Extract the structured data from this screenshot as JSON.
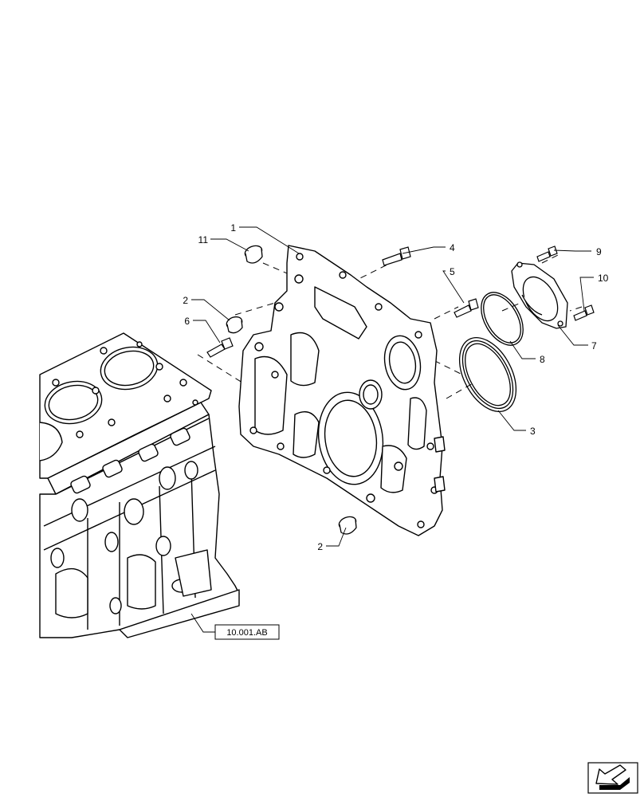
{
  "callouts": {
    "c1": "1",
    "c2_upper": "2",
    "c2_lower": "2",
    "c3": "3",
    "c4": "4",
    "c5": "5",
    "c6": "6",
    "c7": "7",
    "c8": "8",
    "c9": "9",
    "c10": "10",
    "c11": "11"
  },
  "reference": {
    "label": "10.001.AB"
  },
  "nav": {
    "icon": "next-page-arrow-icon"
  },
  "colors": {
    "line": "#000000",
    "background": "#ffffff"
  }
}
